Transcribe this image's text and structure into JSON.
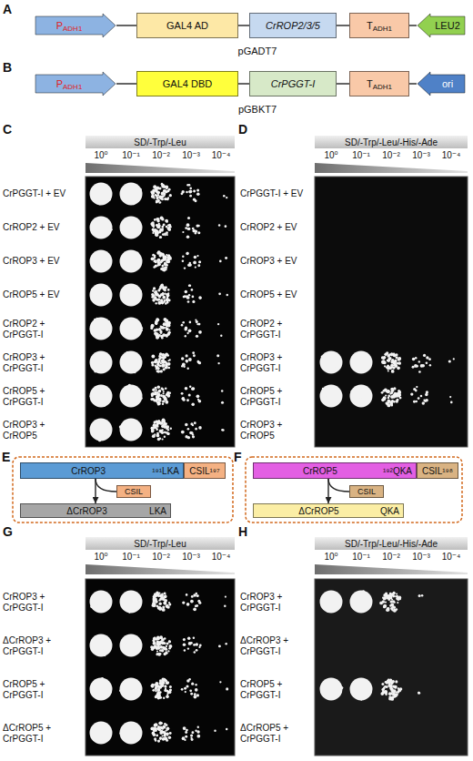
{
  "diagram": {
    "nodes": [
      {
        "text": [
          "P",
          "ADH1"
        ]
      },
      {
        "text": [
          "GAL4 AD"
        ]
      },
      {
        "text": [
          "CrROP2/3/5"
        ]
      },
      {
        "text": [
          "T",
          "ADH1"
        ]
      },
      {
        "text": [
          "LEU2"
        ]
      },
      {
        "text": [
          "P",
          "ADH1"
        ]
      },
      {
        "text": [
          "GAL4 DBD"
        ]
      },
      {
        "text": [
          "CrPGGT-I"
        ]
      },
      {
        "text": [
          "T",
          "ADH1"
        ]
      },
      {
        "text": [
          "ori"
        ]
      },
      {
        "text": [
          "SD/-Trp/-Leu"
        ]
      },
      {
        "text": [
          "SD/-Trp/-Leu/-His/-Ade"
        ]
      },
      {
        "text": [
          "CrROP3",
          "¹⁹¹LKA"
        ]
      },
      {
        "text": [
          "CSIL¹⁹⁷"
        ]
      },
      {
        "text": [
          "CSIL"
        ]
      },
      {
        "text": [
          "ΔCrROP3",
          "LKA"
        ]
      },
      {
        "text": [
          "CrROP5",
          "¹⁹²QKA"
        ]
      },
      {
        "text": [
          "CSIL¹⁹⁸"
        ]
      },
      {
        "text": [
          "CSIL"
        ]
      },
      {
        "text": [
          "ΔCrROP5",
          "QKA"
        ]
      },
      {
        "text": [
          "SD/-Trp/-Leu"
        ]
      },
      {
        "text": [
          "SD/-Trp/-Leu/-His/-Ade"
        ]
      }
    ],
    "edges": [
      {
        "from": 0,
        "to": 1,
        "arrow": "none"
      },
      {
        "from": 1,
        "to": 2,
        "arrow": "none"
      },
      {
        "from": 2,
        "to": 3,
        "arrow": "none"
      },
      {
        "from": 3,
        "to": 4,
        "arrow": "none"
      },
      {
        "from": 5,
        "to": 6,
        "arrow": "none"
      },
      {
        "from": 6,
        "to": 7,
        "arrow": "none"
      },
      {
        "from": 7,
        "to": 8,
        "arrow": "none"
      },
      {
        "from": 8,
        "to": 9,
        "arrow": "none"
      },
      {
        "from": 12,
        "to": 15,
        "arrow": "to"
      },
      {
        "from": 12,
        "to": 14,
        "arrow": "none"
      },
      {
        "from": 16,
        "to": 19,
        "arrow": "to"
      },
      {
        "from": 16,
        "to": 18,
        "arrow": "none"
      }
    ],
    "labels": [
      "A",
      "pGADT7",
      "B",
      "pGBKT7",
      "C",
      "10⁰",
      "10⁻¹",
      "10⁻²",
      "10⁻³",
      "10⁻⁴",
      "CrPGGT-I + EV",
      "CrROP2 + EV",
      "CrROP3 + EV",
      "CrROP5 + EV",
      "CrROP2 + CrPGGT-I",
      "CrROP3 + CrPGGT-I",
      "CrROP5 + CrPGGT-I",
      "CrROP3 + CrROP5",
      "D",
      "10⁰",
      "10⁻¹",
      "10⁻²",
      "10⁻³",
      "10⁻⁴",
      "CrPGGT-I + EV",
      "CrROP2 + EV",
      "CrROP3 + EV",
      "CrROP5 + EV",
      "CrROP2 + CrPGGT-I",
      "CrROP3 + CrPGGT-I",
      "CrROP5 + CrPGGT-I",
      "CrROP3 + CrROP5",
      "E",
      "F",
      "G",
      "10⁰",
      "10⁻¹",
      "10⁻²",
      "10⁻³",
      "10⁻⁴",
      "CrROP3 + CrPGGT-I",
      "ΔCrROP3 + CrPGGT-I",
      "CrROP5 + CrPGGT-I",
      "ΔCrROP5 + CrPGGT-I",
      "H",
      "10⁰",
      "10⁻¹",
      "10⁻²",
      "10⁻³",
      "10⁻⁴",
      "CrROP3 + CrPGGT-I",
      "ΔCrROP3 + CrPGGT-I",
      "CrROP5 + CrPGGT-I",
      "ΔCrROP5 + CrPGGT-I"
    ]
  }
}
